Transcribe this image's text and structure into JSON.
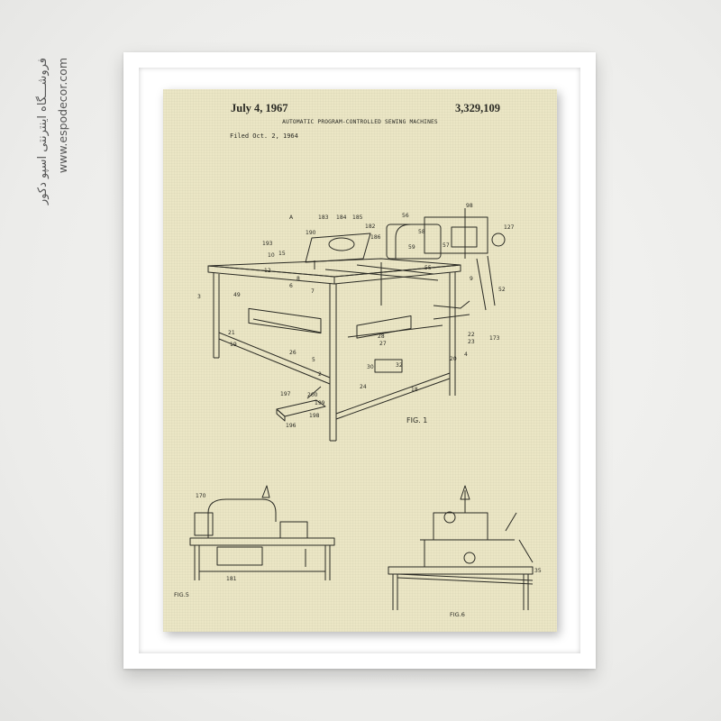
{
  "branding": {
    "persian_name": "فروشـــگاه اینترنتی اسپو دکور",
    "website": "www.espodecor.com"
  },
  "poster": {
    "date": "July 4, 1967",
    "patent_number": "3,329,109",
    "title": "AUTOMATIC PROGRAM-CONTROLLED SEWING MACHINES",
    "filed": "Filed Oct. 2, 1964",
    "figures": [
      "FIG. 1",
      "FIG.5",
      "FIG.6"
    ],
    "labels": {
      "A": "A",
      "n183": "183",
      "n184": "184",
      "n185": "185",
      "n182": "182",
      "n98": "98",
      "n127": "127",
      "n56": "56",
      "n58": "58",
      "n59": "59",
      "n57": "57",
      "n186": "186",
      "n193": "193",
      "n190": "190",
      "n10": "10",
      "n15": "15",
      "n12": "12",
      "n3": "3",
      "n49": "49",
      "n8": "8",
      "n6": "6",
      "n7": "7",
      "n55": "55",
      "n9": "9",
      "n52": "52",
      "n173": "173",
      "n21": "21",
      "n19": "19",
      "n26": "26",
      "n5": "5",
      "n2": "2",
      "n4": "4",
      "n18": "18",
      "n20": "20",
      "n22": "22",
      "n23": "23",
      "n24": "24",
      "n27": "27",
      "n28": "28",
      "n30": "30",
      "n32": "32",
      "n197": "197",
      "n200": "200",
      "n199": "199",
      "n198": "198",
      "n196": "196",
      "n181": "181",
      "n35": "35",
      "n170": "170"
    }
  },
  "colors": {
    "wall": "#f0f0ee",
    "frame": "#ffffff",
    "canvas": "#ebe6c5",
    "ink": "#2a2a24",
    "brand_accent": "#e8862a"
  }
}
